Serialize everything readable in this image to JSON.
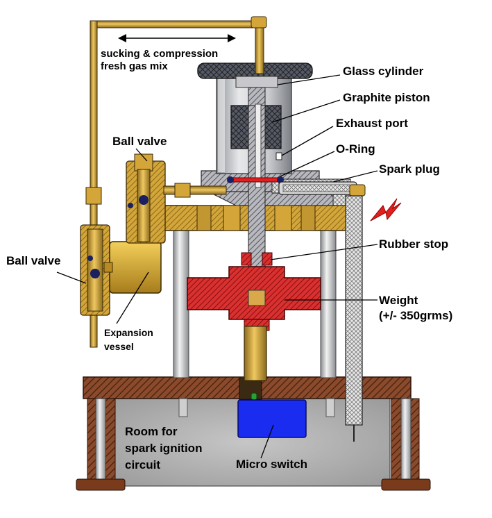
{
  "labels": {
    "sucking_line1": "sucking & compression",
    "sucking_line2": "fresh gas mix",
    "glass_cylinder": "Glass cylinder",
    "graphite_piston": "Graphite piston",
    "exhaust_port": "Exhaust port",
    "o_ring": "O-Ring",
    "spark_plug": "Spark plug",
    "ball_valve_top": "Ball valve",
    "ball_valve_left": "Ball valve",
    "rubber_stop": "Rubber stop",
    "weight_line1": "Weight",
    "weight_line2": "(+/- 350grms)",
    "expansion_line1": "Expansion",
    "expansion_line2": "vessel",
    "room_line1": "Room for",
    "room_line2": "spark ignition",
    "room_line3": "circuit",
    "micro_switch": "Micro switch"
  },
  "colors": {
    "brass": "#d4a63a",
    "brass_dark": "#8a6a1c",
    "wood": "#8b4a2c",
    "weight": "#d93030",
    "switch": "#1a2cf0",
    "glass": "#b8bcc2",
    "rod": "#b0b0b8",
    "spark": "#e02020"
  }
}
